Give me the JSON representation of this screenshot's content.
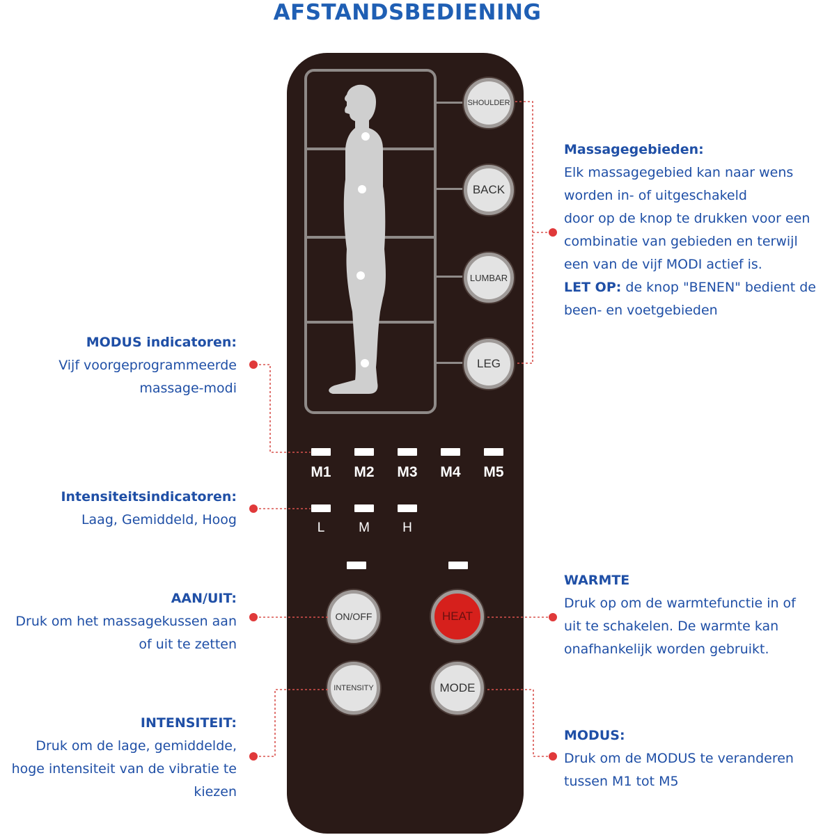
{
  "title": "AFSTANDSBEDIENING",
  "remote": {
    "zone_buttons": [
      {
        "name": "shoulder",
        "label": "SHOULDER"
      },
      {
        "name": "back",
        "label": "BACK"
      },
      {
        "name": "lumbar",
        "label": "LUMBAR"
      },
      {
        "name": "leg",
        "label": "LEG"
      }
    ],
    "mode_indicators": [
      "M1",
      "M2",
      "M3",
      "M4",
      "M5"
    ],
    "intensity_indicators": [
      "L",
      "M",
      "H"
    ],
    "buttons": {
      "on_off": "ON/OFF",
      "heat": "HEAT",
      "intensity": "INTENSITY",
      "mode": "MODE"
    }
  },
  "annotations": {
    "massage_zones": {
      "heading": "Massagegebieden:",
      "lines": [
        "Elk massagegebied kan naar wens",
        "worden in- of uitgeschakeld",
        "door op de knop te drukken voor een",
        "combinatie van gebieden en terwijl",
        "een van de vijf MODI actief is."
      ],
      "note_label": "LET OP:",
      "note_rest": " de knop \"BENEN\" bedient de",
      "note_line2": "been- en voetgebieden"
    },
    "mode_indicators": {
      "heading": "MODUS indicatoren:",
      "lines": [
        "Vijf voorgeprogrammeerde",
        "massage-modi"
      ]
    },
    "intensity_indicators": {
      "heading": "Intensiteitsindicatoren:",
      "lines": [
        "Laag, Gemiddeld, Hoog"
      ]
    },
    "on_off": {
      "heading": "AAN/UIT:",
      "lines": [
        "Druk om het massagekussen aan",
        "of uit te zetten"
      ]
    },
    "heat": {
      "heading": "WARMTE",
      "lines": [
        "Druk op om de warmtefunctie in of",
        "uit te schakelen. De warmte kan",
        "onafhankelijk worden gebruikt."
      ]
    },
    "intensity": {
      "heading": "INTENSITEIT:",
      "lines": [
        "Druk om de lage, gemiddelde,",
        "hoge intensiteit van de vibratie te",
        "kiezen"
      ]
    },
    "mode": {
      "heading": "MODUS:",
      "lines": [
        "Druk om de MODUS te veranderen",
        "tussen M1 tot M5"
      ]
    }
  },
  "colors": {
    "remote_body": "#2a1a17",
    "accent_text": "#1f4fa6",
    "title_text": "#1f5fb4",
    "heat_button": "#d6201c",
    "leader_dot": "#e0393a"
  }
}
